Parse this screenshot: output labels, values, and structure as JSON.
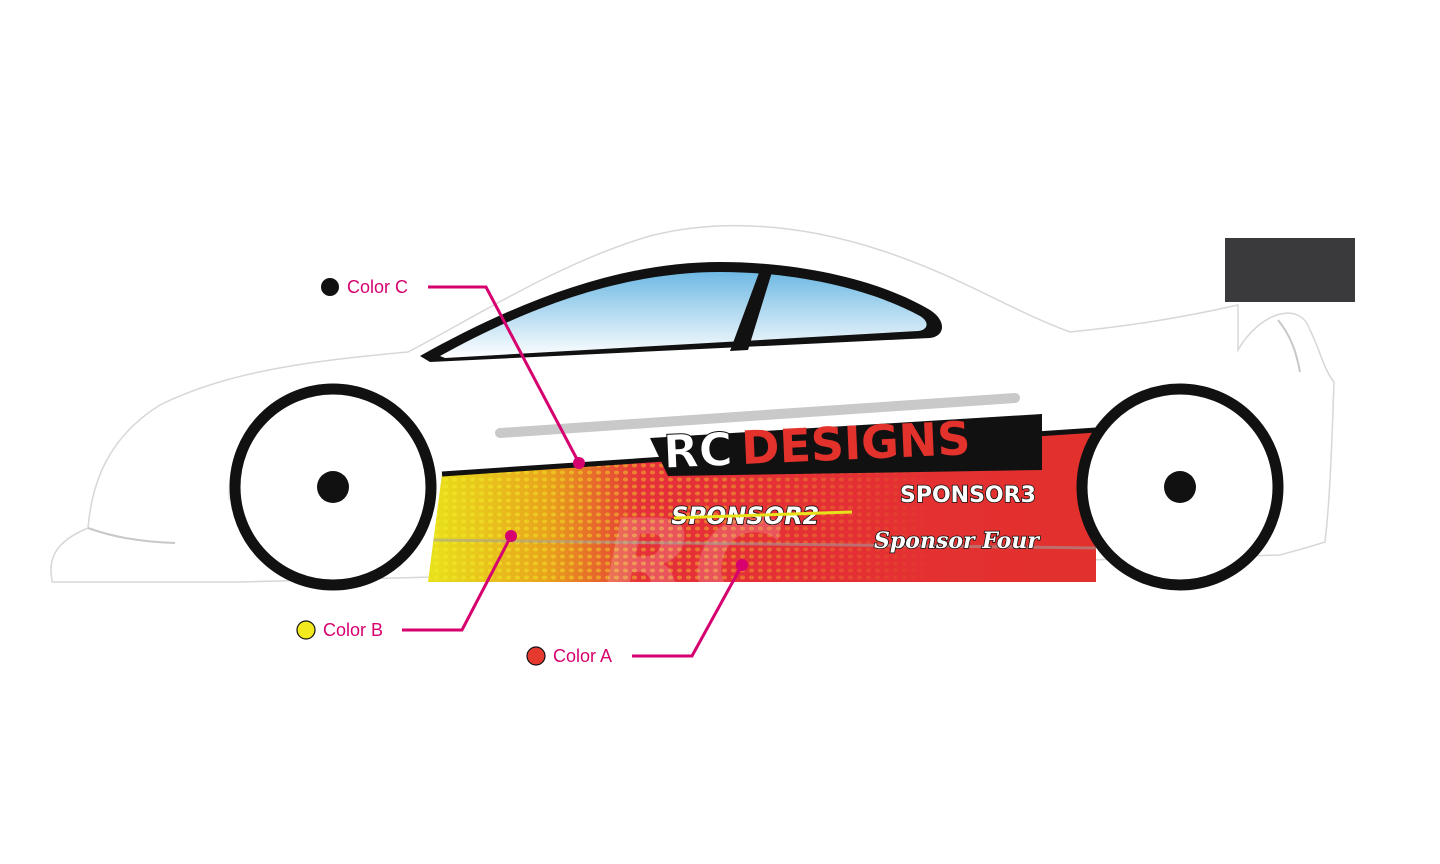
{
  "livery": {
    "brand_left": "RC",
    "brand_right": "DESIGNS",
    "sponsors": [
      "SPONSOR2",
      "SPONSOR3",
      "Sponsor Four"
    ],
    "watermark": "RC"
  },
  "callouts": [
    {
      "id": "c",
      "label": "Color C",
      "swatch": "#111111"
    },
    {
      "id": "b",
      "label": "Color B",
      "swatch": "#f2ea1c"
    },
    {
      "id": "a",
      "label": "Color A",
      "swatch": "#e63a2e"
    }
  ],
  "colors": {
    "accent_line": "#d6006f",
    "color_a": "#e63a2e",
    "color_b": "#f2ea1c",
    "color_c": "#111111",
    "wing": "#3a3a3c",
    "window_top": "#7ec3e6",
    "window_bottom": "#ffffff"
  }
}
